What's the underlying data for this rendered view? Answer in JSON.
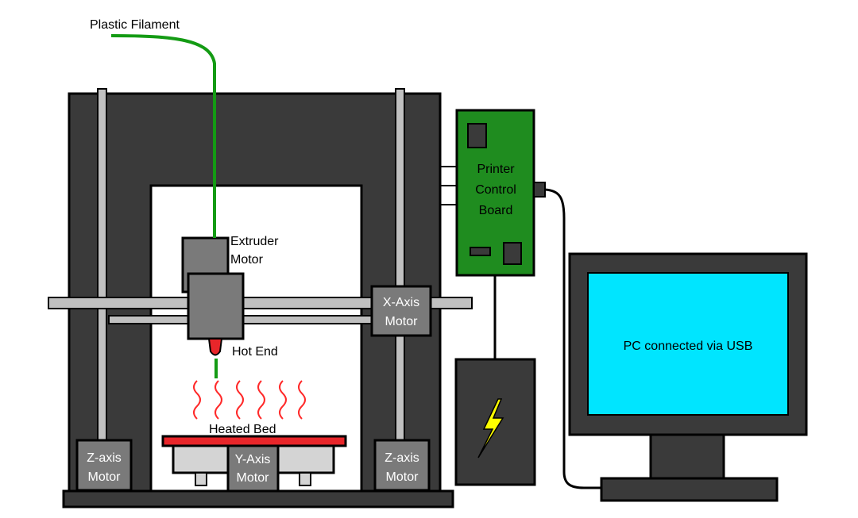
{
  "labels": {
    "filament": "Plastic Filament",
    "extruder_motor": [
      "Extruder",
      "Motor"
    ],
    "x_axis_motor": [
      "X-Axis",
      "Motor"
    ],
    "hot_end": "Hot End",
    "heated_bed": "Heated Bed",
    "z_axis_motor_left": [
      "Z-axis",
      "Motor"
    ],
    "y_axis_motor": [
      "Y-Axis",
      "Motor"
    ],
    "z_axis_motor_right": [
      "Z-axis",
      "Motor"
    ],
    "control_board": [
      "Printer",
      "Control",
      "Board"
    ],
    "pc": "PC connected via USB"
  },
  "colors": {
    "frame": "#3a3a3a",
    "rod": "#c0c0c0",
    "motor": "#7a7a7a",
    "filament": "#149b14",
    "board": "#1f8c1f",
    "screen": "#00e5ff",
    "bed": "#e8262a",
    "heat_waves": "#ff2a2a",
    "bolt": "#ffff00"
  },
  "icons": {
    "power_supply": "lightning-bolt-icon",
    "heat": "heat-wave-icon"
  }
}
